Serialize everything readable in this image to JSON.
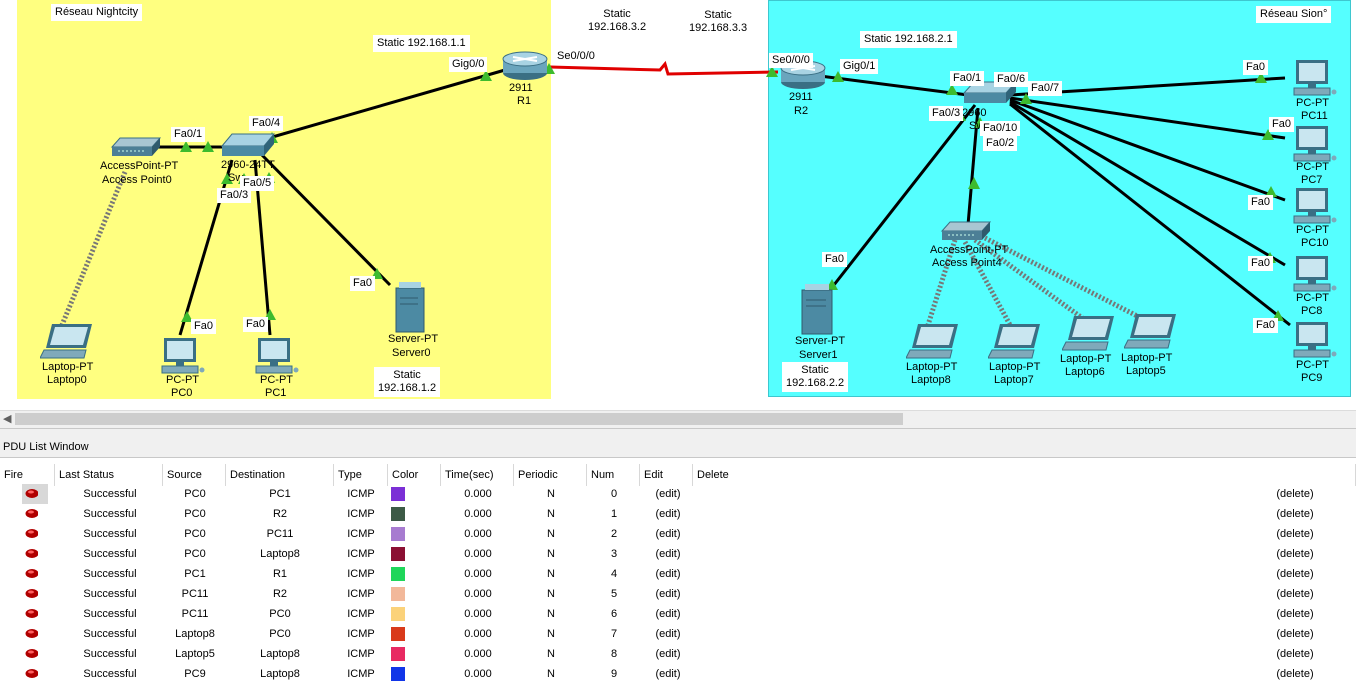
{
  "networks": {
    "left_name": "Réseau Nightcity",
    "right_name": "Réseau Sion°",
    "left_color": "#ffff80",
    "right_color": "#55ffff"
  },
  "labels": {
    "static_r1": "Static  192.168.1.1",
    "static_mid1": "Static\n192.168.3.2",
    "static_mid2": "Static\n192.168.3.3",
    "static_r2": "Static  192.168.2.1",
    "static_server0": "Static\n192.168.1.2",
    "static_server1": "Static\n192.168.2.2"
  },
  "devices": {
    "r1": {
      "model": "2911",
      "name": "R1"
    },
    "r2": {
      "model": "2911",
      "name": "R2"
    },
    "switch0": {
      "model": "2960-24TT",
      "name": "Sw"
    },
    "switch1": {
      "model": "2960",
      "name": "Sw"
    },
    "ap0": {
      "model": "AccessPoint-PT",
      "name": "Access Point0"
    },
    "ap4": {
      "model": "AccessPoint-PT",
      "name": "Access Point4"
    },
    "laptop0": {
      "model": "Laptop-PT",
      "name": "Laptop0"
    },
    "pc0": {
      "model": "PC-PT",
      "name": "PC0"
    },
    "pc1": {
      "model": "PC-PT",
      "name": "PC1"
    },
    "server0": {
      "model": "Server-PT",
      "name": "Server0"
    },
    "server1": {
      "model": "Server-PT",
      "name": "Server1"
    },
    "laptop8": {
      "model": "Laptop-PT",
      "name": "Laptop8"
    },
    "laptop7": {
      "model": "Laptop-PT",
      "name": "Laptop7"
    },
    "laptop6": {
      "model": "Laptop-PT",
      "name": "Laptop6"
    },
    "laptop5": {
      "model": "Laptop-PT",
      "name": "Laptop5"
    },
    "pc11": {
      "model": "PC-PT",
      "name": "PC11"
    },
    "pc7": {
      "model": "PC-PT",
      "name": "PC7"
    },
    "pc10": {
      "model": "PC-PT",
      "name": "PC10"
    },
    "pc8": {
      "model": "PC-PT",
      "name": "PC8"
    },
    "pc9": {
      "model": "PC-PT",
      "name": "PC9"
    }
  },
  "ports": {
    "r1_gig": "Gig0/0",
    "r1_se": "Se0/0/0",
    "r2_se": "Se0/0/0",
    "r2_gig": "Gig0/1",
    "sw0_fa01": "Fa0/1",
    "sw0_fa04": "Fa0/4",
    "sw0_fa05": "Fa0/5",
    "sw0_fa03": "Fa0/3",
    "pc0_fa": "Fa0",
    "pc1_fa": "Fa0",
    "server0_fa": "Fa0",
    "sw1_fa01": "Fa0/1",
    "sw1_fa06": "Fa0/6",
    "sw1_fa07": "Fa0/7",
    "sw1_fa03": "Fa0/3",
    "sw1_fa010": "Fa0/10",
    "sw1_fa02": "Fa0/2",
    "server1_fa": "Fa0",
    "pc11_fa": "Fa0",
    "pc7_fa": "Fa0",
    "pc10_fa": "Fa0",
    "pc8_fa": "Fa0",
    "pc9_fa": "Fa0"
  },
  "pdu_window": {
    "title": "PDU List Window",
    "columns": [
      "Fire",
      "Last Status",
      "Source",
      "Destination",
      "Type",
      "Color",
      "Time(sec)",
      "Periodic",
      "Num",
      "Edit",
      "Delete"
    ],
    "rows": [
      {
        "status": "Successful",
        "source": "PC0",
        "destination": "PC1",
        "type": "ICMP",
        "color": "#7b2fd6",
        "time": "0.000",
        "periodic": "N",
        "num": "0",
        "edit": "(edit)",
        "delete": "(delete)"
      },
      {
        "status": "Successful",
        "source": "PC0",
        "destination": "R2",
        "type": "ICMP",
        "color": "#3c5a46",
        "time": "0.000",
        "periodic": "N",
        "num": "1",
        "edit": "(edit)",
        "delete": "(delete)"
      },
      {
        "status": "Successful",
        "source": "PC0",
        "destination": "PC11",
        "type": "ICMP",
        "color": "#a77bd0",
        "time": "0.000",
        "periodic": "N",
        "num": "2",
        "edit": "(edit)",
        "delete": "(delete)"
      },
      {
        "status": "Successful",
        "source": "PC0",
        "destination": "Laptop8",
        "type": "ICMP",
        "color": "#8b1033",
        "time": "0.000",
        "periodic": "N",
        "num": "3",
        "edit": "(edit)",
        "delete": "(delete)"
      },
      {
        "status": "Successful",
        "source": "PC1",
        "destination": "R1",
        "type": "ICMP",
        "color": "#1fd65a",
        "time": "0.000",
        "periodic": "N",
        "num": "4",
        "edit": "(edit)",
        "delete": "(delete)"
      },
      {
        "status": "Successful",
        "source": "PC11",
        "destination": "R2",
        "type": "ICMP",
        "color": "#f2b89a",
        "time": "0.000",
        "periodic": "N",
        "num": "5",
        "edit": "(edit)",
        "delete": "(delete)"
      },
      {
        "status": "Successful",
        "source": "PC11",
        "destination": "PC0",
        "type": "ICMP",
        "color": "#fbd27a",
        "time": "0.000",
        "periodic": "N",
        "num": "6",
        "edit": "(edit)",
        "delete": "(delete)"
      },
      {
        "status": "Successful",
        "source": "Laptop8",
        "destination": "PC0",
        "type": "ICMP",
        "color": "#d93a1b",
        "time": "0.000",
        "periodic": "N",
        "num": "7",
        "edit": "(edit)",
        "delete": "(delete)"
      },
      {
        "status": "Successful",
        "source": "Laptop5",
        "destination": "Laptop8",
        "type": "ICMP",
        "color": "#e82a62",
        "time": "0.000",
        "periodic": "N",
        "num": "8",
        "edit": "(edit)",
        "delete": "(delete)"
      },
      {
        "status": "Successful",
        "source": "PC9",
        "destination": "Laptop8",
        "type": "ICMP",
        "color": "#1135e8",
        "time": "0.000",
        "periodic": "N",
        "num": "9",
        "edit": "(edit)",
        "delete": "(delete)"
      }
    ]
  }
}
